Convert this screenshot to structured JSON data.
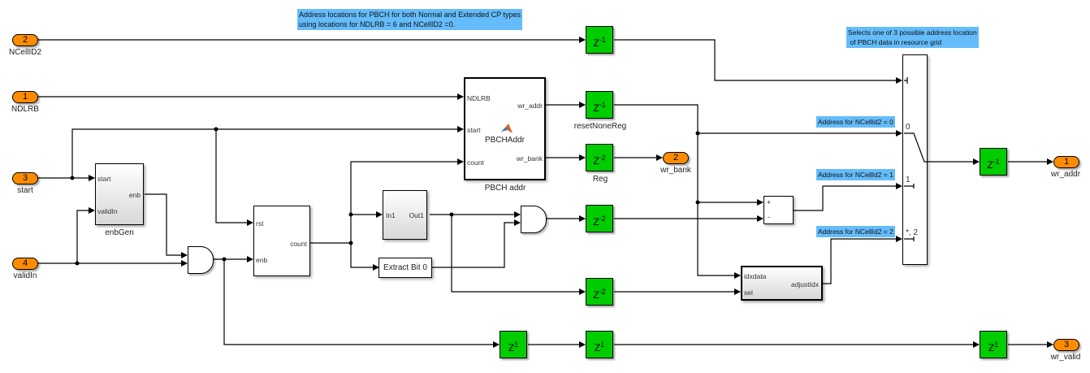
{
  "annotations": {
    "top_note_line1": "Address locations for PBCH for both Normal and Extended CP types",
    "top_note_line2": "using locations for NDLRB = 6 and NCellID2 =0.",
    "switch_note_line1": "Selects one of 3 possible address location",
    "switch_note_line2": " of PBCH data in resource grid",
    "addr0": "Address for NCellId2 = 0",
    "addr1": "Address for NCellId2 = 1",
    "addr2": "Address for NCellId2 = 2"
  },
  "inports": [
    {
      "num": "2",
      "name": "NCellID2"
    },
    {
      "num": "1",
      "name": "NDLRB"
    },
    {
      "num": "3",
      "name": "start"
    },
    {
      "num": "4",
      "name": "validIn"
    }
  ],
  "outports": [
    {
      "num": "1",
      "name": "wr_addr"
    },
    {
      "num": "2",
      "name": "wr_bank"
    },
    {
      "num": "3",
      "name": "wr_valid"
    }
  ],
  "blocks": {
    "enbGen": {
      "name": "enbGen",
      "in1": "start",
      "in2": "validIn",
      "out1": "enb"
    },
    "counter": {
      "in1": "rst",
      "in2": "enb",
      "out1": "count"
    },
    "pbch": {
      "name": "PBCH addr",
      "fn": "PBCHAddr",
      "in1": "NDLRB",
      "in2": "start",
      "in3": "count",
      "out1": "wr_addr",
      "out2": "wr_bank"
    },
    "subsys": {
      "in1": "In1",
      "out1": "Out1"
    },
    "extract": {
      "label": "Extract Bit 0"
    },
    "adjust": {
      "in1": "idxdata",
      "in2": "sel",
      "out1": "adjustIdx"
    },
    "sum": {
      "plus": "+",
      "minus": "-"
    },
    "resetNoneReg": {
      "name": "resetNoneReg"
    },
    "reg": {
      "name": "Reg"
    },
    "switch": {
      "p0": "0",
      "p1": "1",
      "p2": "*, 2"
    }
  },
  "delays": {
    "z": "Z",
    "d1": "-1",
    "d2": "-2",
    "p1": "1"
  }
}
